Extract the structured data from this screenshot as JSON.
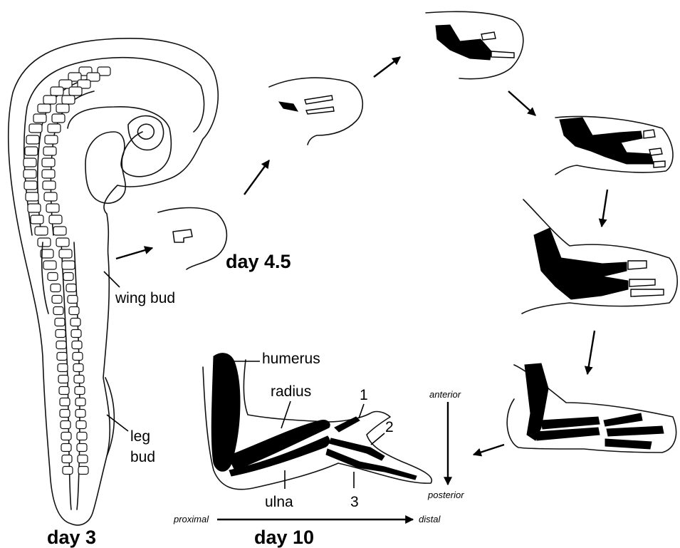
{
  "labels": {
    "wing_bud": "wing bud",
    "leg_bud_line1": "leg",
    "leg_bud_line2": "bud",
    "humerus": "humerus",
    "radius": "radius",
    "ulna": "ulna",
    "digit_1": "1",
    "digit_2": "2",
    "digit_3": "3"
  },
  "stages": {
    "day3": "day 3",
    "day4_5": "day 4.5",
    "day10": "day 10"
  },
  "axes": {
    "anterior": "anterior",
    "posterior": "posterior",
    "proximal": "proximal",
    "distal": "distal"
  }
}
